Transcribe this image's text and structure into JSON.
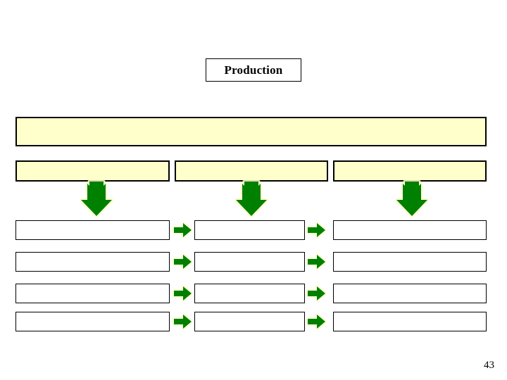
{
  "slide": {
    "title": "Production",
    "page_number": "43",
    "background_color": "#ffffff"
  },
  "colors": {
    "banner_fill": "#ffffcc",
    "banner_border": "#000000",
    "cell_fill": "#ffffff",
    "cell_border": "#000000",
    "arrow_fill": "#008000",
    "arrow_glow": "#ffffcc"
  },
  "banners": [
    {
      "name": "header-banner",
      "label": ""
    },
    {
      "name": "column-banner-1",
      "label": ""
    },
    {
      "name": "column-banner-2",
      "label": ""
    },
    {
      "name": "column-banner-3",
      "label": ""
    }
  ],
  "down_arrows": [
    {
      "name": "down-arrow-1"
    },
    {
      "name": "down-arrow-2"
    },
    {
      "name": "down-arrow-3"
    }
  ],
  "grid": {
    "columns": [
      "",
      "",
      ""
    ],
    "rows": [
      {
        "cells": [
          "",
          "",
          ""
        ]
      },
      {
        "cells": [
          "",
          "",
          ""
        ]
      },
      {
        "cells": [
          "",
          "",
          ""
        ]
      },
      {
        "cells": [
          "",
          "",
          ""
        ]
      }
    ]
  },
  "icons": {
    "arrow_down": "arrow-down-icon",
    "arrow_right": "arrow-right-icon"
  }
}
